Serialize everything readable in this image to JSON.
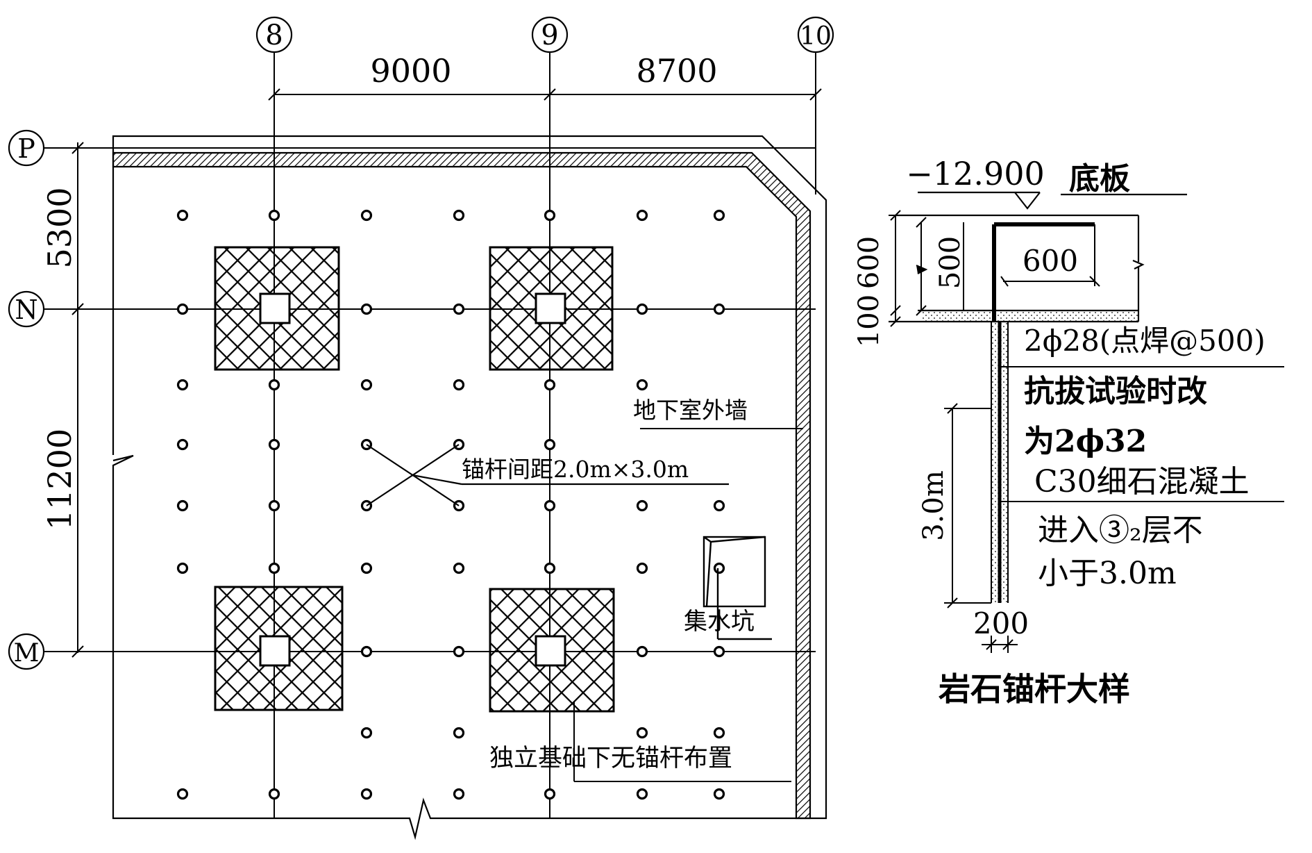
{
  "plan": {
    "grid_axes": {
      "col_8": "8",
      "col_9": "9",
      "col_10": "10",
      "row_P": "P",
      "row_N": "N",
      "row_M": "M"
    },
    "dimensions": {
      "span_8_9": "9000",
      "span_9_10": "8700",
      "span_P_N": "5300",
      "span_N_M": "11200"
    },
    "labels": {
      "outer_wall": "地下室外墙",
      "anchor_spacing": "锚杆间距2.0m×3.0m",
      "sump": "集水坑",
      "no_anchor_note": "独立基础下无锚杆布置"
    }
  },
  "detail": {
    "title": "岩石锚杆大样",
    "elevation": "−12.900",
    "slab_label": "底板",
    "dim_600_outer": "600",
    "dim_100": "100",
    "dim_500": "500",
    "dim_600_hook": "600",
    "dim_3m": "3.0m",
    "dim_200": "200",
    "rebar_note": "2ϕ28(点焊@500)",
    "test_note_line1": "抗拔试验时改",
    "test_note_line2": "为2ϕ32",
    "grout_note": "C30细石混凝土",
    "embed_line1": "进入③₂层不",
    "embed_line2": "小于3.0m"
  }
}
